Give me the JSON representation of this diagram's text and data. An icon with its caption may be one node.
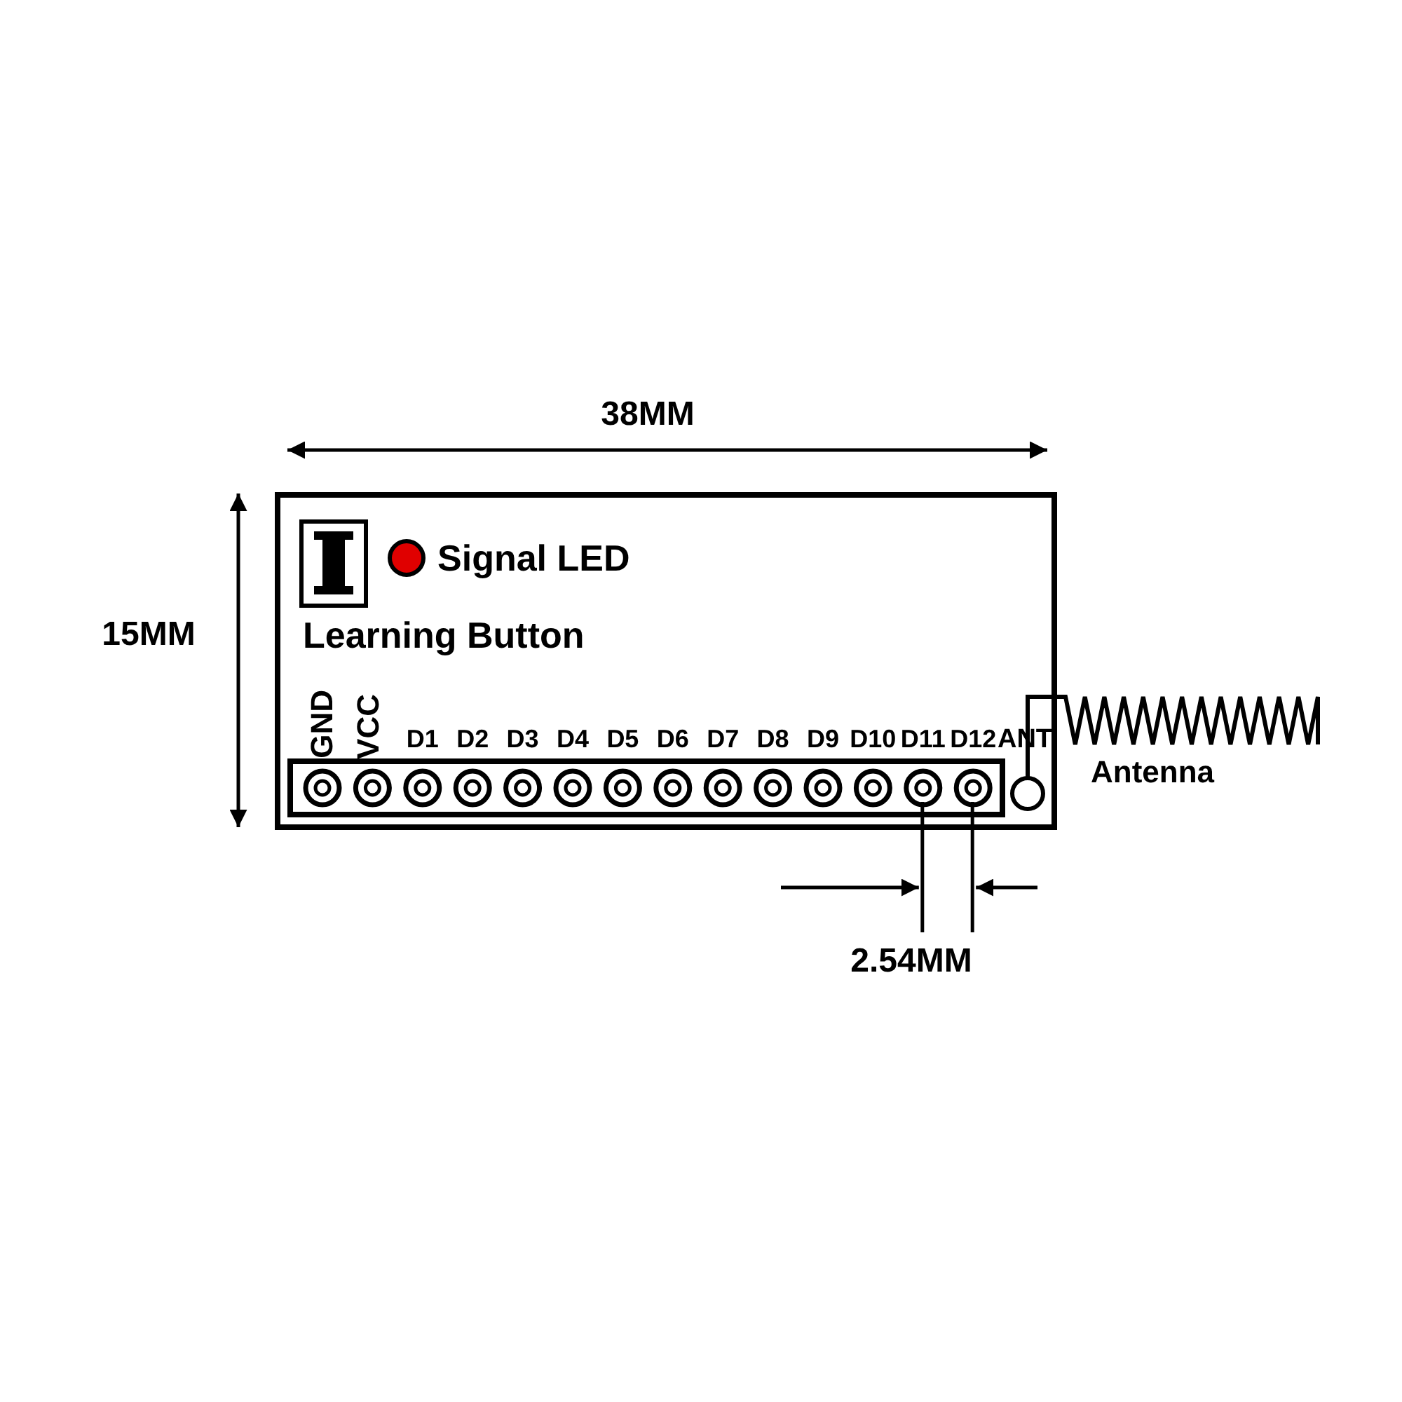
{
  "diagram": {
    "labels": [
      "38MM",
      "Signal LED",
      "15MM",
      "Learning Button",
      "GND",
      "VCC",
      "D1",
      "D2",
      "D3",
      "D4",
      "D5",
      "D6",
      "D7",
      "D8",
      "D9",
      "D10",
      "D11",
      "D12",
      "ANT",
      "Antenna",
      "2.54MM"
    ]
  }
}
